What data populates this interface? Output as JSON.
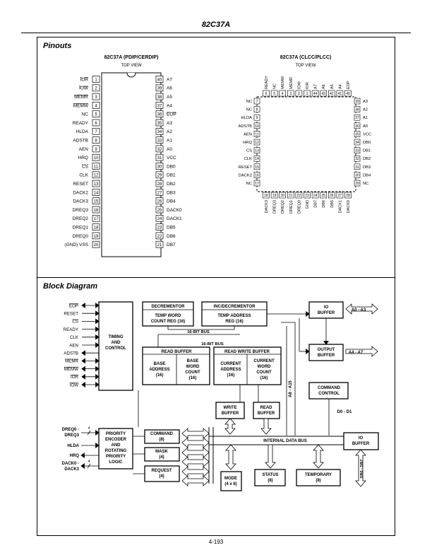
{
  "header": {
    "title": "82C37A"
  },
  "footer": {
    "page": "4-193"
  },
  "pinouts": {
    "section_title": "Pinouts",
    "dip": {
      "title": "82C37A (PDIP/CERDIP)",
      "subtitle": "TOP VIEW",
      "left_pins": [
        {
          "num": "1",
          "name": "IOR",
          "bar": true
        },
        {
          "num": "2",
          "name": "IOW",
          "bar": true
        },
        {
          "num": "3",
          "name": "MEMR",
          "bar": true
        },
        {
          "num": "4",
          "name": "MEMW",
          "bar": true
        },
        {
          "num": "5",
          "name": "NC",
          "bar": false
        },
        {
          "num": "6",
          "name": "READY",
          "bar": false
        },
        {
          "num": "7",
          "name": "HLDA",
          "bar": false
        },
        {
          "num": "8",
          "name": "ADSTB",
          "bar": false
        },
        {
          "num": "9",
          "name": "AEN",
          "bar": false
        },
        {
          "num": "10",
          "name": "HRQ",
          "bar": false
        },
        {
          "num": "11",
          "name": "CS",
          "bar": true
        },
        {
          "num": "12",
          "name": "CLK",
          "bar": false
        },
        {
          "num": "13",
          "name": "RESET",
          "bar": false
        },
        {
          "num": "14",
          "name": "DACK2",
          "bar": false
        },
        {
          "num": "15",
          "name": "DACK3",
          "bar": false
        },
        {
          "num": "16",
          "name": "DREQ3",
          "bar": false
        },
        {
          "num": "17",
          "name": "DREQ2",
          "bar": false
        },
        {
          "num": "18",
          "name": "DREQ1",
          "bar": false
        },
        {
          "num": "19",
          "name": "DREQ0",
          "bar": false
        },
        {
          "num": "20",
          "name": "(GND) VSS",
          "bar": false
        }
      ],
      "right_pins": [
        {
          "num": "40",
          "name": "A7",
          "bar": false
        },
        {
          "num": "39",
          "name": "A6",
          "bar": false
        },
        {
          "num": "38",
          "name": "A5",
          "bar": false
        },
        {
          "num": "37",
          "name": "A4",
          "bar": false
        },
        {
          "num": "36",
          "name": "EOP",
          "bar": true
        },
        {
          "num": "35",
          "name": "A3",
          "bar": false
        },
        {
          "num": "34",
          "name": "A2",
          "bar": false
        },
        {
          "num": "33",
          "name": "A1",
          "bar": false
        },
        {
          "num": "32",
          "name": "A0",
          "bar": false
        },
        {
          "num": "31",
          "name": "VCC",
          "bar": false
        },
        {
          "num": "30",
          "name": "DB0",
          "bar": false
        },
        {
          "num": "29",
          "name": "DB1",
          "bar": false
        },
        {
          "num": "28",
          "name": "DB2",
          "bar": false
        },
        {
          "num": "27",
          "name": "DB3",
          "bar": false
        },
        {
          "num": "26",
          "name": "DB4",
          "bar": false
        },
        {
          "num": "25",
          "name": "DACK0",
          "bar": false
        },
        {
          "num": "24",
          "name": "DACK1",
          "bar": false
        },
        {
          "num": "23",
          "name": "DB5",
          "bar": false
        },
        {
          "num": "22",
          "name": "DB6",
          "bar": false
        },
        {
          "num": "21",
          "name": "DB7",
          "bar": false
        }
      ]
    },
    "plcc": {
      "title": "82C37A (CLCC/PLCC)",
      "subtitle": "TOP VIEW",
      "top_pins": [
        {
          "num": "6",
          "name": "READY",
          "bar": false
        },
        {
          "num": "5",
          "name": "NC",
          "bar": false
        },
        {
          "num": "4",
          "name": "MEMW",
          "bar": true
        },
        {
          "num": "3",
          "name": "MEMR",
          "bar": true
        },
        {
          "num": "2",
          "name": "IOW",
          "bar": true
        },
        {
          "num": "1",
          "name": "IOR",
          "bar": true
        },
        {
          "num": "44",
          "name": "A7",
          "bar": false
        },
        {
          "num": "43",
          "name": "A6",
          "bar": false
        },
        {
          "num": "42",
          "name": "A5",
          "bar": false
        },
        {
          "num": "41",
          "name": "A4",
          "bar": false
        },
        {
          "num": "40",
          "name": "EOP",
          "bar": true
        }
      ],
      "left_pins": [
        {
          "num": "7",
          "name": "NC",
          "bar": false
        },
        {
          "num": "8",
          "name": "NC",
          "bar": false
        },
        {
          "num": "9",
          "name": "HLDA",
          "bar": false
        },
        {
          "num": "10",
          "name": "ADSTB",
          "bar": false
        },
        {
          "num": "11",
          "name": "AEN",
          "bar": false
        },
        {
          "num": "12",
          "name": "HRQ",
          "bar": false
        },
        {
          "num": "13",
          "name": "CS",
          "bar": true
        },
        {
          "num": "14",
          "name": "CLK",
          "bar": false
        },
        {
          "num": "15",
          "name": "RESET",
          "bar": false
        },
        {
          "num": "16",
          "name": "DACK2",
          "bar": false
        },
        {
          "num": "17",
          "name": "NC",
          "bar": false
        }
      ],
      "right_pins": [
        {
          "num": "39",
          "name": "A3",
          "bar": false
        },
        {
          "num": "38",
          "name": "A2",
          "bar": false
        },
        {
          "num": "37",
          "name": "A1",
          "bar": false
        },
        {
          "num": "36",
          "name": "A0",
          "bar": false
        },
        {
          "num": "35",
          "name": "VCC",
          "bar": false
        },
        {
          "num": "34",
          "name": "DB0",
          "bar": false
        },
        {
          "num": "33",
          "name": "DB1",
          "bar": false
        },
        {
          "num": "32",
          "name": "DB2",
          "bar": false
        },
        {
          "num": "31",
          "name": "DB3",
          "bar": false
        },
        {
          "num": "30",
          "name": "DB4",
          "bar": false
        },
        {
          "num": "29",
          "name": "NC",
          "bar": false
        }
      ],
      "bottom_pins": [
        {
          "num": "18",
          "name": "DACK3",
          "bar": false
        },
        {
          "num": "19",
          "name": "DREQ3",
          "bar": false
        },
        {
          "num": "20",
          "name": "DREQ2",
          "bar": false
        },
        {
          "num": "21",
          "name": "DREQ1",
          "bar": false
        },
        {
          "num": "22",
          "name": "DREQ0",
          "bar": false
        },
        {
          "num": "23",
          "name": "GND",
          "bar": false
        },
        {
          "num": "24",
          "name": "DB7",
          "bar": false
        },
        {
          "num": "25",
          "name": "DB6",
          "bar": false
        },
        {
          "num": "26",
          "name": "DB5",
          "bar": false
        },
        {
          "num": "27",
          "name": "DACK1",
          "bar": false
        },
        {
          "num": "28",
          "name": "DACK0",
          "bar": false
        }
      ]
    }
  },
  "block_diagram": {
    "section_title": "Block Diagram",
    "left_signals": [
      {
        "name": "EOP",
        "bar": true
      },
      {
        "name": "RESET",
        "bar": false
      },
      {
        "name": "CS",
        "bar": true
      },
      {
        "name": "READY",
        "bar": false
      },
      {
        "name": "CLK",
        "bar": false
      },
      {
        "name": "AEN",
        "bar": false
      },
      {
        "name": "ADSTB",
        "bar": false
      },
      {
        "name": "MEMR",
        "bar": true
      },
      {
        "name": "MEMW",
        "bar": true
      },
      {
        "name": "IOR",
        "bar": true
      },
      {
        "name": "IOW",
        "bar": true
      }
    ],
    "timing_block": [
      "TIMING",
      "AND",
      "CONTROL"
    ],
    "priority_block": [
      "PRIORITY",
      "ENCODER",
      "AND",
      "ROTATING",
      "PRIORITY",
      "LOGIC"
    ],
    "dreq_label": [
      "DREQ0 -",
      "DREQ3"
    ],
    "dack_label": [
      "DACK0 -",
      "DACK3"
    ],
    "bus_width": "4",
    "hlda_label": "HLDA",
    "hrq_label": "HRQ",
    "decrementer": {
      "title": "DECREMENTOR",
      "body": [
        "TEMP WORD",
        "COUNT REG (16)"
      ]
    },
    "incdec": {
      "title": "INC/DECREMENTOR",
      "body": [
        "TEMP ADDRESS",
        "REG (16)"
      ]
    },
    "bus16a": "16-BIT BUS",
    "bus16b": "16-BIT BUS",
    "read_buffer": {
      "title": "READ BUFFER",
      "cells": [
        [
          "BASE",
          "ADDRESS",
          "(16)"
        ],
        [
          "BASE",
          "WORD",
          "COUNT",
          "(16)"
        ]
      ]
    },
    "rw_buffer": {
      "title": "READ WRITE BUFFER",
      "cells": [
        [
          "CURRENT",
          "ADDRESS",
          "(16)"
        ],
        [
          "CURRENT",
          "WORD",
          "COUNT",
          "(16)"
        ]
      ]
    },
    "io_buffer_top": [
      "IO",
      "BUFFER"
    ],
    "addr_low": "A0 - A3",
    "output_buffer": [
      "OUTPUT",
      "BUFFER"
    ],
    "addr_mid": "A4 - A7",
    "a8_a15": "A8 - A15",
    "command_control": [
      "COMMAND",
      "CONTROL"
    ],
    "d0_d1": "D0 - D1",
    "write_buffer": [
      "WRITE",
      "BUFFER"
    ],
    "read_buffer_small": [
      "READ",
      "BUFFER"
    ],
    "internal_bus": "INTERNAL DATA BUS",
    "io_buffer_right": [
      "IO",
      "BUFFER"
    ],
    "db_label": "DB0 - DB7",
    "command_reg": [
      "COMMAND",
      "(8)"
    ],
    "mask_reg": [
      "MASK",
      "(4)"
    ],
    "request_reg": [
      "REQUEST",
      "(4)"
    ],
    "mode_reg": [
      "MODE",
      "(4 x 6)"
    ],
    "status_reg": [
      "STATUS",
      "(8)"
    ],
    "temporary_reg": [
      "TEMPORARY",
      "(8)"
    ]
  }
}
